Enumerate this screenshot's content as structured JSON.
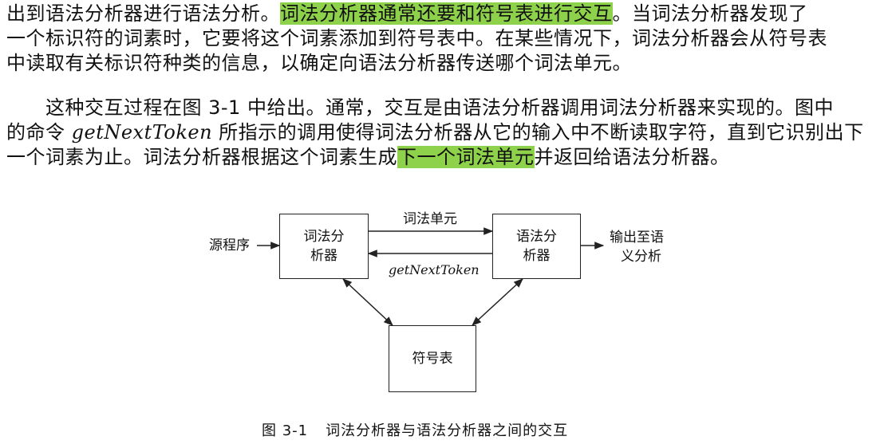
{
  "paragraph1": {
    "line1_pre": "出到语法分析器进行语法分析。",
    "line1_hl": "词法分析器通常还要和符号表进行交互",
    "line1_post": "。当词法分析器发现了",
    "line2": "一个标识符的词素时，它要将这个词素添加到符号表中。在某些情况下，词法分析器会从符号表",
    "line3": "中读取有关标识符种类的信息，以确定向语法分析器传送哪个词法单元。"
  },
  "paragraph2": {
    "line1": "　　这种交互过程在图 3-1 中给出。通常，交互是由语法分析器调用词法分析器来实现的。图中",
    "line2_pre": "的命令 ",
    "line2_it": "getNextToken",
    "line2_post": " 所指示的调用使得词法分析器从它的输入中不断读取字符，直到它识别出下",
    "line3_pre": "一个词素为止。词法分析器根据这个词素生成",
    "line3_hl": "下一个词法单元",
    "line3_post": "并返回给语法分析器。"
  },
  "diagram": {
    "source_label": "源程序",
    "lexer_line1": "词法分",
    "lexer_line2": "析器",
    "parser_line1": "语法分",
    "parser_line2": "析器",
    "token_label": "词法单元",
    "call_label": "getNextToken",
    "output_line1": "输出至语",
    "output_line2": "义分析",
    "symtab_label": "符号表"
  },
  "caption": {
    "number": "图 3-1",
    "text": "词法分析器与语法分析器之间的交互"
  },
  "colors": {
    "highlight": "#8ed14b"
  }
}
